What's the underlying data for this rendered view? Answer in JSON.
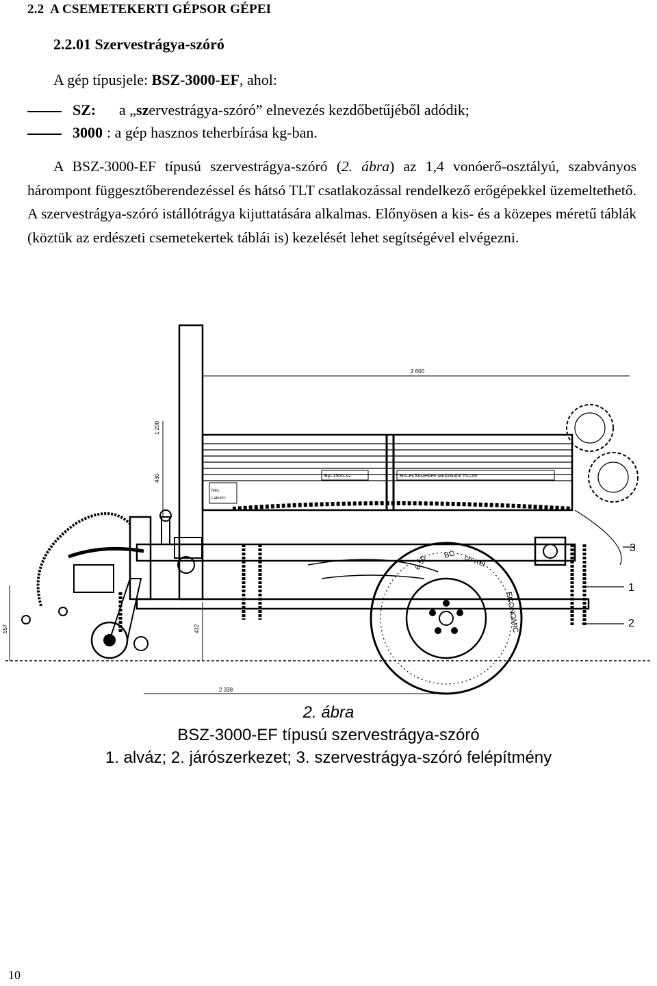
{
  "section": {
    "number": "2.2",
    "letter": "A",
    "title_rest": "CSEMETEKERTI GÉPSOR GÉPEI"
  },
  "subsection": {
    "title": "2.2.01 Szervestrágya-szóró"
  },
  "type_line": {
    "prefix": "A gép típusjele: ",
    "code": "BSZ-3000-EF",
    "suffix": ", ahol:"
  },
  "list": [
    {
      "term": "SZ:",
      "text_before": "a „",
      "text_bold": "sz",
      "text_after": "ervestrágya-szóró” elnevezés kezdőbetűjéből adódik;"
    },
    {
      "term": "3000",
      "text": ": a gép hasznos teherbírása kg-ban."
    }
  ],
  "paragraph": {
    "part1": "A BSZ-3000-EF típusú szervestrágya-szóró (",
    "fig_ref": "2. ábra",
    "part2": ") az 1,4 vonóerő-osztályú, szabványos hárompont függesztőberendezéssel és hátsó TLT csatlakozással rendelkező erőgépekkel üzemeltethető. A szervestrágya-szóró istállótrágya kijuttatására alkalmas. Előnyösen a kis- és a közepes méretű táblák (köztük az erdészeti csemetekertek táblái is) kezelését lehet segítségével elvégezni."
  },
  "figure": {
    "dims": {
      "length": "2 600",
      "wheelbase": "2 338",
      "height_top": "1 200",
      "side_height": "430",
      "ground_height": "412",
      "front_height": "557"
    },
    "plate_labels": {
      "model": "Bp–1500–sz",
      "warning": "8m–es körzetben tartózkodni TILOS!",
      "name": "Név:",
      "address": "Lakcím:"
    },
    "tire_text": {
      "size": "6.50",
      "brand": "co-rrel",
      "make": "ECONOMIC",
      "code": "BC"
    },
    "callouts": [
      "1",
      "2",
      "3"
    ]
  },
  "caption": {
    "fig_num": "2. ábra",
    "title": "BSZ-3000-EF típusú szervestrágya-szóró",
    "legend": "1. alváz; 2. járószerkezet; 3. szervestrágya-szóró felépítmény"
  },
  "page_number": "10"
}
